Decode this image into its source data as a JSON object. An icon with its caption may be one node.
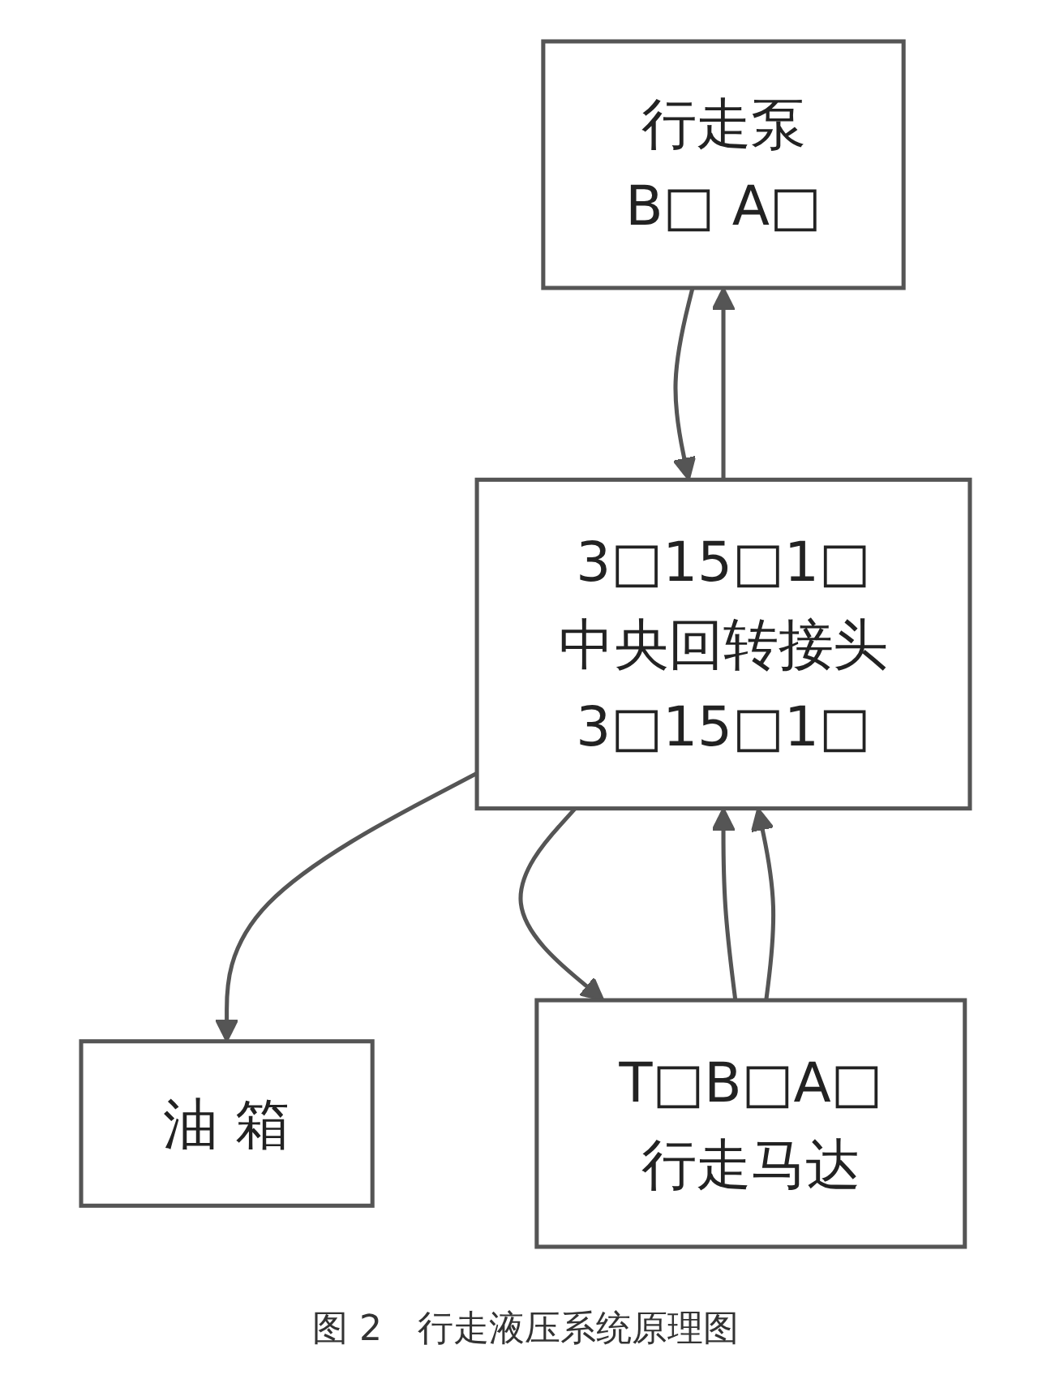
{
  "diagram": {
    "caption": "图 2　行走液压系统原理图",
    "nodes": [
      {
        "text": [
          "行走泵",
          "B□ A□"
        ]
      },
      {
        "text": [
          "油 箱"
        ]
      },
      {
        "text": [
          "3□15□1□",
          "中央回转接头",
          "3□15□1□"
        ]
      },
      {
        "text": [
          "T□B□A□",
          "行走马达"
        ]
      }
    ],
    "edges": [
      {
        "from": 2,
        "to": 0,
        "arrow": "to"
      },
      {
        "from": 0,
        "to": 2,
        "arrow": "to"
      },
      {
        "from": 2,
        "to": 1,
        "arrow": "to"
      },
      {
        "from": 3,
        "to": 2,
        "arrow": "to"
      },
      {
        "from": 3,
        "to": 2,
        "arrow": "to"
      },
      {
        "from": 2,
        "to": 3,
        "arrow": "to"
      }
    ]
  }
}
